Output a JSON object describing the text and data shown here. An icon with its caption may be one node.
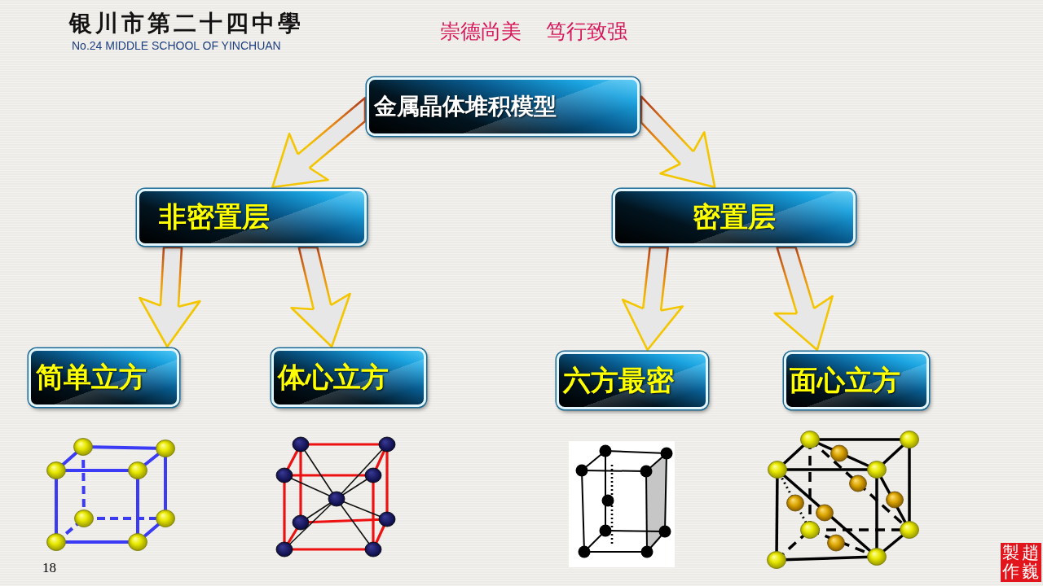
{
  "diagram": {
    "nodes": [
      {
        "text": [
          "金属晶体堆积模型"
        ]
      },
      {
        "text": [
          "非密置层"
        ]
      },
      {
        "text": [
          "密置层"
        ]
      },
      {
        "text": [
          "简单立方"
        ]
      },
      {
        "text": [
          "体心立方"
        ]
      },
      {
        "text": [
          "六方最密"
        ]
      },
      {
        "text": [
          "面心立方"
        ]
      }
    ],
    "edges": [
      {
        "from": 0,
        "to": 1,
        "arrow": "to"
      },
      {
        "from": 0,
        "to": 2,
        "arrow": "to"
      },
      {
        "from": 1,
        "to": 3,
        "arrow": "to"
      },
      {
        "from": 1,
        "to": 4,
        "arrow": "to"
      },
      {
        "from": 2,
        "to": 5,
        "arrow": "to"
      },
      {
        "from": 2,
        "to": 6,
        "arrow": "to"
      }
    ],
    "labels": [
      "银川市第二十四中學",
      "No.24 MIDDLE SCHOOL OF YINCHUAN",
      "崇德尚美 笃行致强",
      "18",
      "趙巍",
      "製作"
    ]
  }
}
